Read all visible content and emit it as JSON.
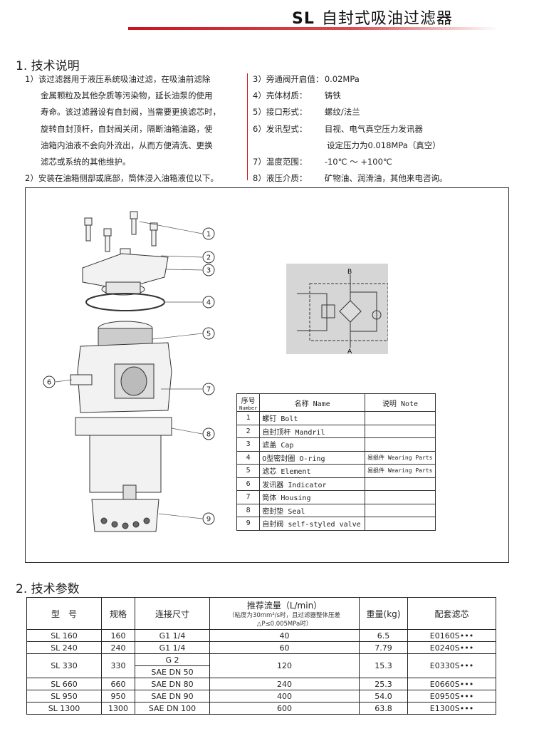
{
  "header": {
    "code": "SL",
    "title": "自封式吸油过滤器",
    "accent": "#c8141e"
  },
  "section1": {
    "heading": "1. 技术说明",
    "left": [
      {
        "no": "1）",
        "lines": [
          "该过滤器用于液压系统吸油过滤，在吸油前滤除",
          "金属颗粒及其他杂质等污染物，延长油泵的使用",
          "寿命。该过滤器设有自封阀，当需要更换滤芯时，",
          "旋转自封顶杆，自封阀关闭，隔断油箱油路，使",
          "油箱内油液不会向外流出，从而方便清洗、更换",
          "滤芯或系统的其他维护。"
        ]
      },
      {
        "no": "2）",
        "lines": [
          "安装在油箱侧部或底部，筒体浸入油箱液位以下。"
        ]
      }
    ],
    "right": [
      {
        "no": "3）",
        "label": "旁通阀开启值：",
        "value": "0.02MPa"
      },
      {
        "no": "4）",
        "label": "壳体材质：",
        "value": "铸铁"
      },
      {
        "no": "5）",
        "label": "接口形式：",
        "value": "螺纹/法兰"
      },
      {
        "no": "6）",
        "label": "发讯型式：",
        "value": "目视、电气真空压力发讯器",
        "value2": "设定压力为0.018MPa（真空）"
      },
      {
        "no": "7）",
        "label": "温度范围：",
        "value": "-10℃ ～ +100℃"
      },
      {
        "no": "8）",
        "label": "液压介质：",
        "value": "矿物油、润滑油，其他来电咨询。"
      }
    ]
  },
  "diagram": {
    "callouts": [
      "1",
      "2",
      "3",
      "4",
      "5",
      "6",
      "7",
      "8",
      "9"
    ],
    "schematic_ports": [
      "B",
      "A"
    ]
  },
  "parts_table": {
    "headers": {
      "number": "序号",
      "number_en": "Number",
      "name": "名称 Name",
      "note": "说明 Note"
    },
    "rows": [
      {
        "no": "1",
        "name": "螺钉 Bolt",
        "note": ""
      },
      {
        "no": "2",
        "name": "自封顶杆 Mandril",
        "note": ""
      },
      {
        "no": "3",
        "name": "滤盖 Cap",
        "note": ""
      },
      {
        "no": "4",
        "name": "O型密封圈 O-ring",
        "note": "易损件 Wearing Parts"
      },
      {
        "no": "5",
        "name": "滤芯 Element",
        "note": "易损件 Wearing Parts"
      },
      {
        "no": "6",
        "name": "发讯器 Indicator",
        "note": ""
      },
      {
        "no": "7",
        "name": "筒体 Housing",
        "note": ""
      },
      {
        "no": "8",
        "name": "密封垫 Seal",
        "note": ""
      },
      {
        "no": "9",
        "name": "自封阀 self-styled valve",
        "note": ""
      }
    ]
  },
  "section2": {
    "heading": "2. 技术参数",
    "headers": {
      "model": "型　号",
      "spec": "规格",
      "conn": "连接尺寸",
      "flow": "推荐流量（L/min）",
      "flow_note1": "（粘度为30mm²/s时，且过滤器整体压差",
      "flow_note2": "△P≤0.005MPa时）",
      "weight": "重量(kg)",
      "element": "配套滤芯"
    },
    "rows": [
      {
        "model": "SL 160",
        "spec": "160",
        "conn": "G1 1/4",
        "flow": "40",
        "weight": "6.5",
        "element": "E0160S•••"
      },
      {
        "model": "SL 240",
        "spec": "240",
        "conn": "G1 1/4",
        "flow": "60",
        "weight": "7.79",
        "element": "E0240S•••"
      },
      {
        "model": "SL 330",
        "spec": "330",
        "conn": "G 2",
        "conn2": "SAE DN 50",
        "flow": "120",
        "weight": "15.3",
        "element": "E0330S•••"
      },
      {
        "model": "SL 660",
        "spec": "660",
        "conn": "SAE DN 80",
        "flow": "240",
        "weight": "25.3",
        "element": "E0660S•••"
      },
      {
        "model": "SL 950",
        "spec": "950",
        "conn": "SAE DN 90",
        "flow": "400",
        "weight": "54.0",
        "element": "E0950S•••"
      },
      {
        "model": "SL 1300",
        "spec": "1300",
        "conn": "SAE DN 100",
        "flow": "600",
        "weight": "63.8",
        "element": "E1300S•••"
      }
    ]
  }
}
